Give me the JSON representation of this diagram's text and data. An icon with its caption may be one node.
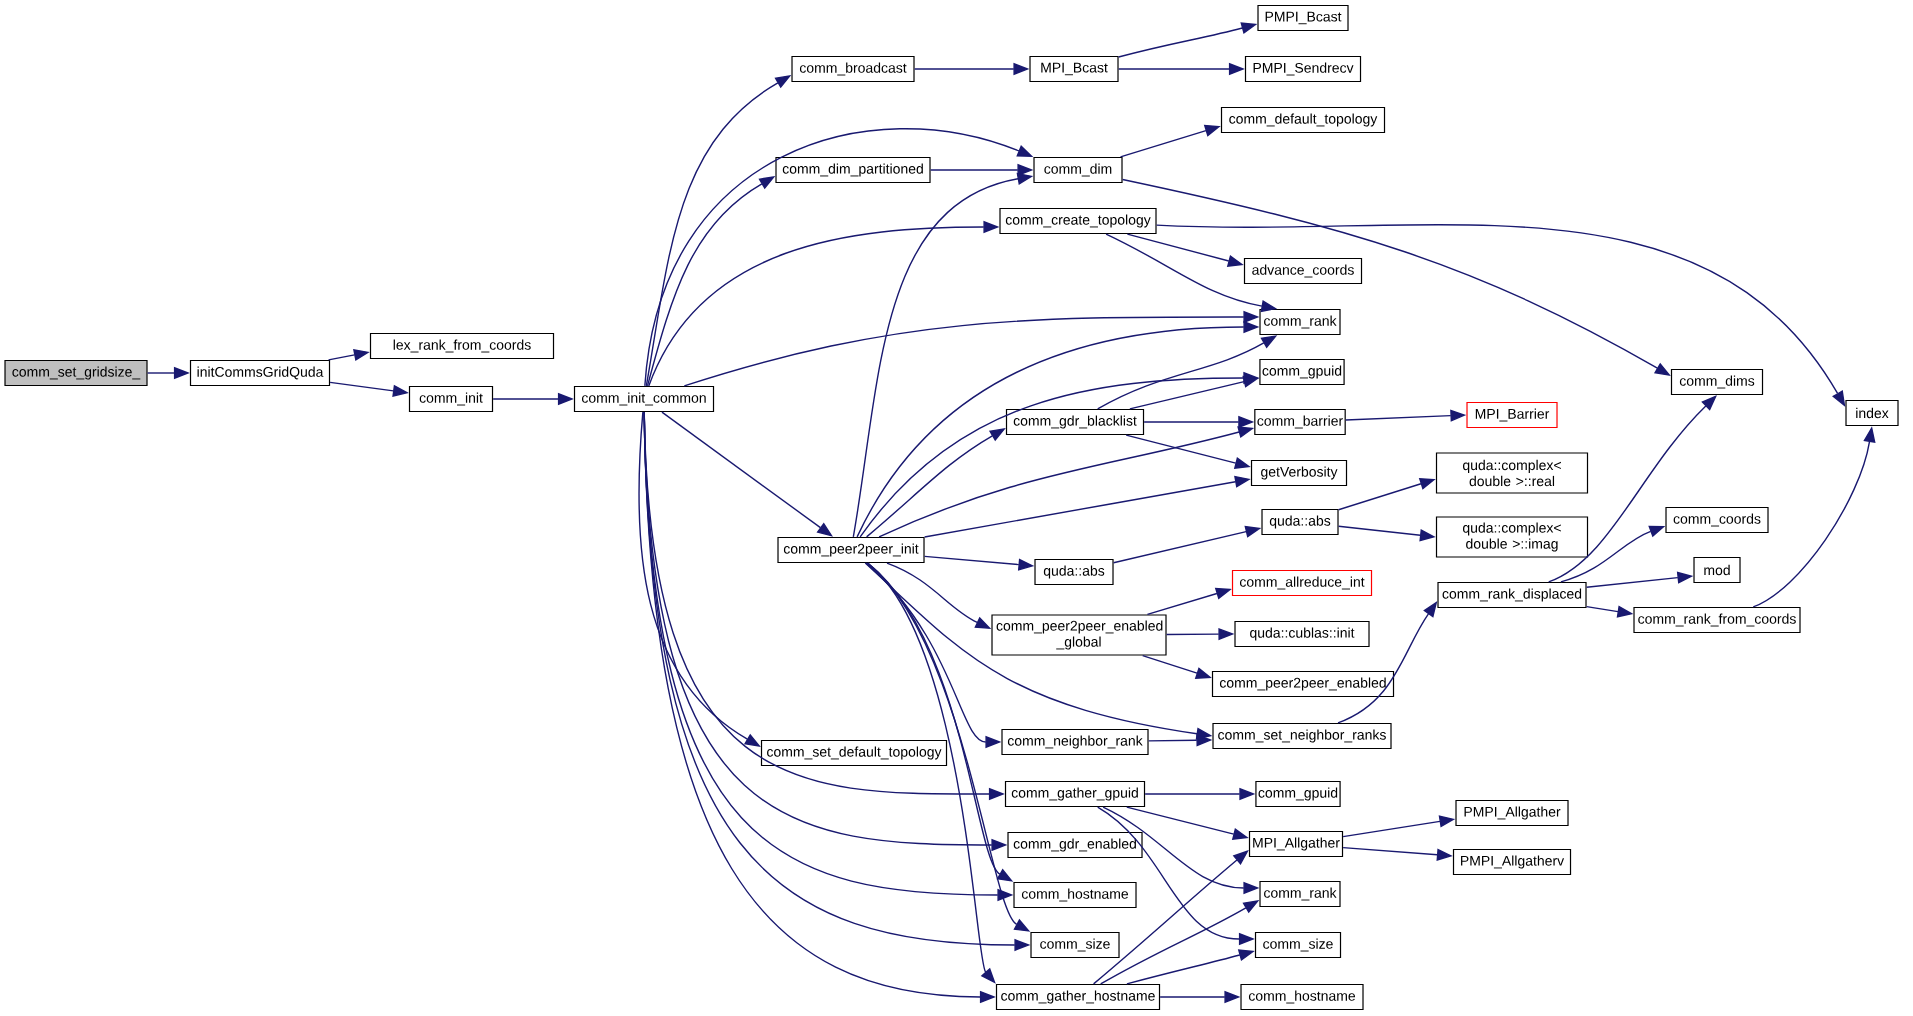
{
  "diagram": {
    "nodes": [
      {
        "text": [
          "comm_set_gridsize_"
        ]
      },
      {
        "text": [
          "initCommsGridQuda"
        ]
      },
      {
        "text": [
          "lex_rank_from_coords"
        ]
      },
      {
        "text": [
          "comm_init"
        ]
      },
      {
        "text": [
          "comm_init_common"
        ]
      },
      {
        "text": [
          "comm_broadcast"
        ]
      },
      {
        "text": [
          "comm_dim_partitioned"
        ]
      },
      {
        "text": [
          "comm_peer2peer_init"
        ]
      },
      {
        "text": [
          "comm_set_default_topology"
        ]
      },
      {
        "text": [
          "MPI_Bcast"
        ]
      },
      {
        "text": [
          "comm_dim"
        ]
      },
      {
        "text": [
          "comm_create_topology"
        ]
      },
      {
        "text": [
          "comm_gdr_blacklist"
        ]
      },
      {
        "text": [
          "quda::abs"
        ]
      },
      {
        "text": [
          "comm_peer2peer_enabled _global"
        ]
      },
      {
        "text": [
          "comm_neighbor_rank"
        ]
      },
      {
        "text": [
          "comm_gather_gpuid"
        ]
      },
      {
        "text": [
          "comm_gdr_enabled"
        ]
      },
      {
        "text": [
          "comm_hostname"
        ]
      },
      {
        "text": [
          "comm_size"
        ]
      },
      {
        "text": [
          "comm_gather_hostname"
        ]
      },
      {
        "text": [
          "PMPI_Bcast"
        ]
      },
      {
        "text": [
          "PMPI_Sendrecv"
        ]
      },
      {
        "text": [
          "comm_default_topology"
        ]
      },
      {
        "text": [
          "advance_coords"
        ]
      },
      {
        "text": [
          "comm_rank"
        ]
      },
      {
        "text": [
          "comm_gpuid"
        ]
      },
      {
        "text": [
          "comm_barrier"
        ]
      },
      {
        "text": [
          "getVerbosity"
        ]
      },
      {
        "text": [
          "quda::abs"
        ]
      },
      {
        "text": [
          "comm_allreduce_int"
        ]
      },
      {
        "text": [
          "quda::cublas::init"
        ]
      },
      {
        "text": [
          "comm_peer2peer_enabled"
        ]
      },
      {
        "text": [
          "comm_set_neighbor_ranks"
        ]
      },
      {
        "text": [
          "comm_gpuid"
        ]
      },
      {
        "text": [
          "MPI_Allgather"
        ]
      },
      {
        "text": [
          "comm_rank"
        ]
      },
      {
        "text": [
          "comm_size"
        ]
      },
      {
        "text": [
          "comm_hostname"
        ]
      },
      {
        "text": [
          "MPI_Barrier"
        ]
      },
      {
        "text": [
          "quda::complex< double >::real"
        ]
      },
      {
        "text": [
          "quda::complex< double >::imag"
        ]
      },
      {
        "text": [
          "comm_rank_displaced"
        ]
      },
      {
        "text": [
          "PMPI_Allgather"
        ]
      },
      {
        "text": [
          "PMPI_Allgatherv"
        ]
      },
      {
        "text": [
          "comm_dims"
        ]
      },
      {
        "text": [
          "comm_coords"
        ]
      },
      {
        "text": [
          "mod"
        ]
      },
      {
        "text": [
          "comm_rank_from_coords"
        ]
      },
      {
        "text": [
          "index"
        ]
      }
    ],
    "edges": [
      {
        "from": 0,
        "to": 1,
        "arrow": "to"
      },
      {
        "from": 1,
        "to": 2,
        "arrow": "to"
      },
      {
        "from": 1,
        "to": 3,
        "arrow": "to"
      },
      {
        "from": 3,
        "to": 4,
        "arrow": "to"
      },
      {
        "from": 4,
        "to": 5,
        "arrow": "to"
      },
      {
        "from": 4,
        "to": 10,
        "arrow": "to"
      },
      {
        "from": 4,
        "to": 6,
        "arrow": "to"
      },
      {
        "from": 4,
        "to": 11,
        "arrow": "to"
      },
      {
        "from": 4,
        "to": 25,
        "arrow": "to"
      },
      {
        "from": 4,
        "to": 7,
        "arrow": "to"
      },
      {
        "from": 4,
        "to": 8,
        "arrow": "to"
      },
      {
        "from": 4,
        "to": 16,
        "arrow": "to"
      },
      {
        "from": 4,
        "to": 17,
        "arrow": "to"
      },
      {
        "from": 4,
        "to": 18,
        "arrow": "to"
      },
      {
        "from": 4,
        "to": 19,
        "arrow": "to"
      },
      {
        "from": 4,
        "to": 20,
        "arrow": "to"
      },
      {
        "from": 5,
        "to": 9,
        "arrow": "to"
      },
      {
        "from": 9,
        "to": 21,
        "arrow": "to"
      },
      {
        "from": 9,
        "to": 22,
        "arrow": "to"
      },
      {
        "from": 6,
        "to": 10,
        "arrow": "to"
      },
      {
        "from": 10,
        "to": 23,
        "arrow": "to"
      },
      {
        "from": 10,
        "to": 45,
        "arrow": "to"
      },
      {
        "from": 11,
        "to": 24,
        "arrow": "to"
      },
      {
        "from": 11,
        "to": 25,
        "arrow": "to"
      },
      {
        "from": 11,
        "to": 49,
        "arrow": "to"
      },
      {
        "from": 7,
        "to": 10,
        "arrow": "to"
      },
      {
        "from": 7,
        "to": 25,
        "arrow": "to"
      },
      {
        "from": 7,
        "to": 26,
        "arrow": "to"
      },
      {
        "from": 7,
        "to": 12,
        "arrow": "to"
      },
      {
        "from": 7,
        "to": 27,
        "arrow": "to"
      },
      {
        "from": 7,
        "to": 28,
        "arrow": "to"
      },
      {
        "from": 7,
        "to": 13,
        "arrow": "to"
      },
      {
        "from": 7,
        "to": 14,
        "arrow": "to"
      },
      {
        "from": 7,
        "to": 33,
        "arrow": "to"
      },
      {
        "from": 7,
        "to": 15,
        "arrow": "to"
      },
      {
        "from": 7,
        "to": 18,
        "arrow": "to"
      },
      {
        "from": 7,
        "to": 19,
        "arrow": "to"
      },
      {
        "from": 7,
        "to": 20,
        "arrow": "to"
      },
      {
        "from": 12,
        "to": 25,
        "arrow": "to"
      },
      {
        "from": 12,
        "to": 26,
        "arrow": "to"
      },
      {
        "from": 12,
        "to": 27,
        "arrow": "to"
      },
      {
        "from": 12,
        "to": 28,
        "arrow": "to"
      },
      {
        "from": 27,
        "to": 39,
        "arrow": "to"
      },
      {
        "from": 13,
        "to": 29,
        "arrow": "to"
      },
      {
        "from": 29,
        "to": 40,
        "arrow": "to"
      },
      {
        "from": 29,
        "to": 41,
        "arrow": "to"
      },
      {
        "from": 14,
        "to": 30,
        "arrow": "to"
      },
      {
        "from": 14,
        "to": 31,
        "arrow": "to"
      },
      {
        "from": 14,
        "to": 32,
        "arrow": "to"
      },
      {
        "from": 15,
        "to": 33,
        "arrow": "to"
      },
      {
        "from": 33,
        "to": 42,
        "arrow": "to"
      },
      {
        "from": 42,
        "to": 45,
        "arrow": "to"
      },
      {
        "from": 42,
        "to": 46,
        "arrow": "to"
      },
      {
        "from": 42,
        "to": 47,
        "arrow": "to"
      },
      {
        "from": 42,
        "to": 48,
        "arrow": "to"
      },
      {
        "from": 48,
        "to": 49,
        "arrow": "to"
      },
      {
        "from": 16,
        "to": 34,
        "arrow": "to"
      },
      {
        "from": 16,
        "to": 35,
        "arrow": "to"
      },
      {
        "from": 16,
        "to": 36,
        "arrow": "to"
      },
      {
        "from": 16,
        "to": 37,
        "arrow": "to"
      },
      {
        "from": 20,
        "to": 35,
        "arrow": "to"
      },
      {
        "from": 20,
        "to": 36,
        "arrow": "to"
      },
      {
        "from": 20,
        "to": 37,
        "arrow": "to"
      },
      {
        "from": 20,
        "to": 38,
        "arrow": "to"
      },
      {
        "from": 35,
        "to": 43,
        "arrow": "to"
      },
      {
        "from": 35,
        "to": 44,
        "arrow": "to"
      }
    ]
  }
}
